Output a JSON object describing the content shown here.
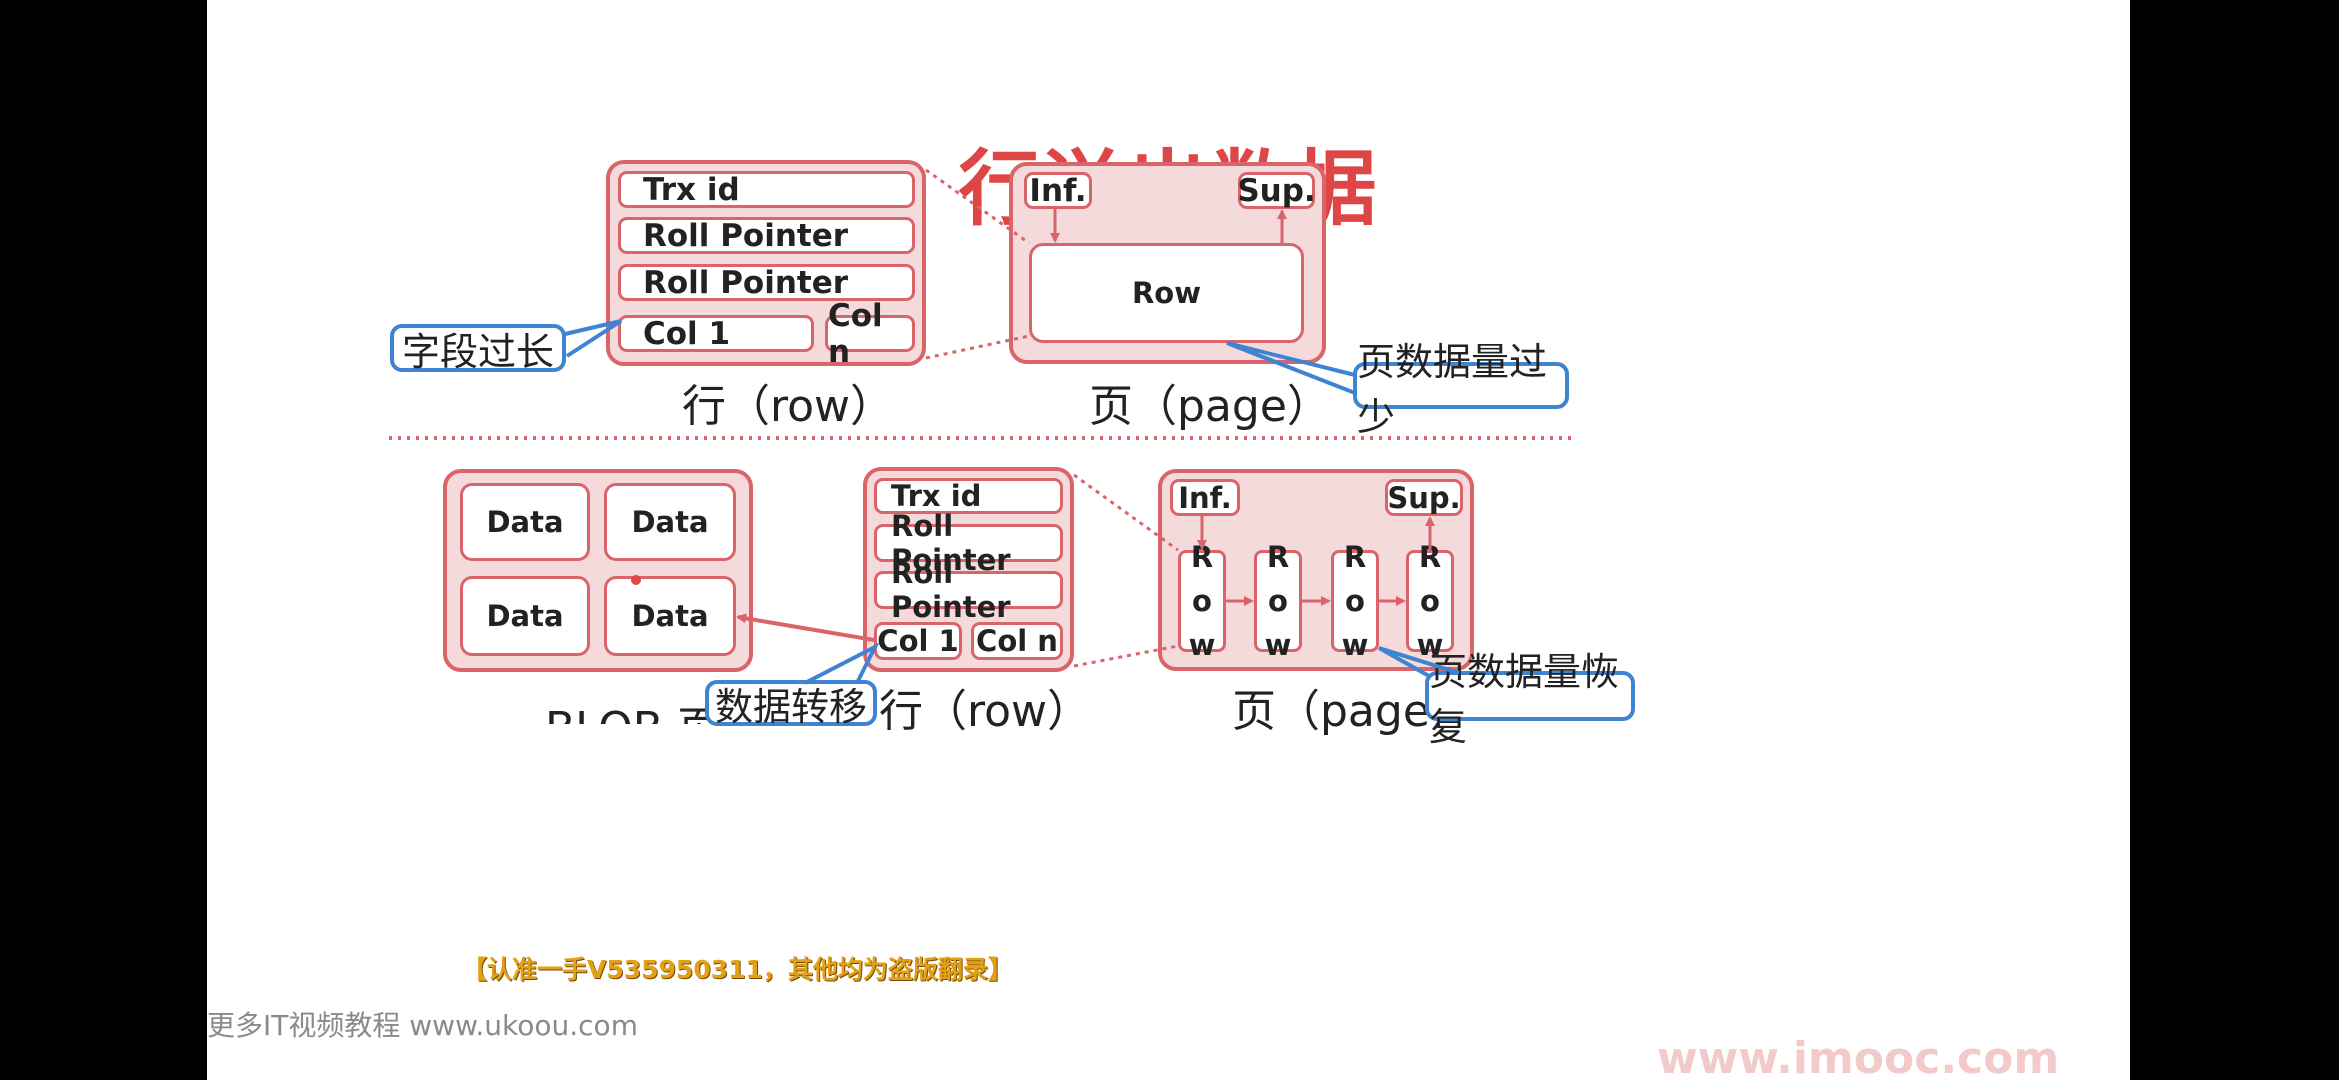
{
  "title": "行溢出数据",
  "top": {
    "row_fields": [
      "Trx id",
      "Roll Pointer",
      "Roll Pointer"
    ],
    "col1": "Col 1",
    "coln": "Col n",
    "row_caption": "行（row）",
    "page_inf": "Inf.",
    "page_sup": "Sup.",
    "page_row": "Row",
    "page_caption": "页（page）",
    "callout_left": "字段过长",
    "callout_right": "页数据量过少"
  },
  "bottom": {
    "blob_cells": [
      "Data",
      "Data",
      "Data",
      "Data"
    ],
    "blob_caption": "BLOB 页",
    "row_fields": [
      "Trx id",
      "Roll Pointer",
      "Roll Pointer"
    ],
    "col1": "Col 1",
    "coln": "Col n",
    "row_caption": "行（row）",
    "page_inf": "Inf.",
    "page_sup": "Sup.",
    "page_rows": [
      [
        "R",
        "o",
        "w"
      ],
      [
        "R",
        "o",
        "w"
      ],
      [
        "R",
        "o",
        "w"
      ],
      [
        "R",
        "o",
        "w"
      ]
    ],
    "page_caption": "页（page）",
    "callout_transfer": "数据转移",
    "callout_restore": "页数据量恢复"
  },
  "watermarks": {
    "bottom_left": "更多IT视频教程  www.ukoou.com",
    "middle": "【认准一手V535950311，其他均为盗版翻录】",
    "bottom_logo": "www.imooc.com"
  },
  "colors": {
    "accent_red": "#de4646",
    "box_fill": "#f4dada",
    "box_border": "#d9646a",
    "callout_blue": "#3f84d2"
  }
}
